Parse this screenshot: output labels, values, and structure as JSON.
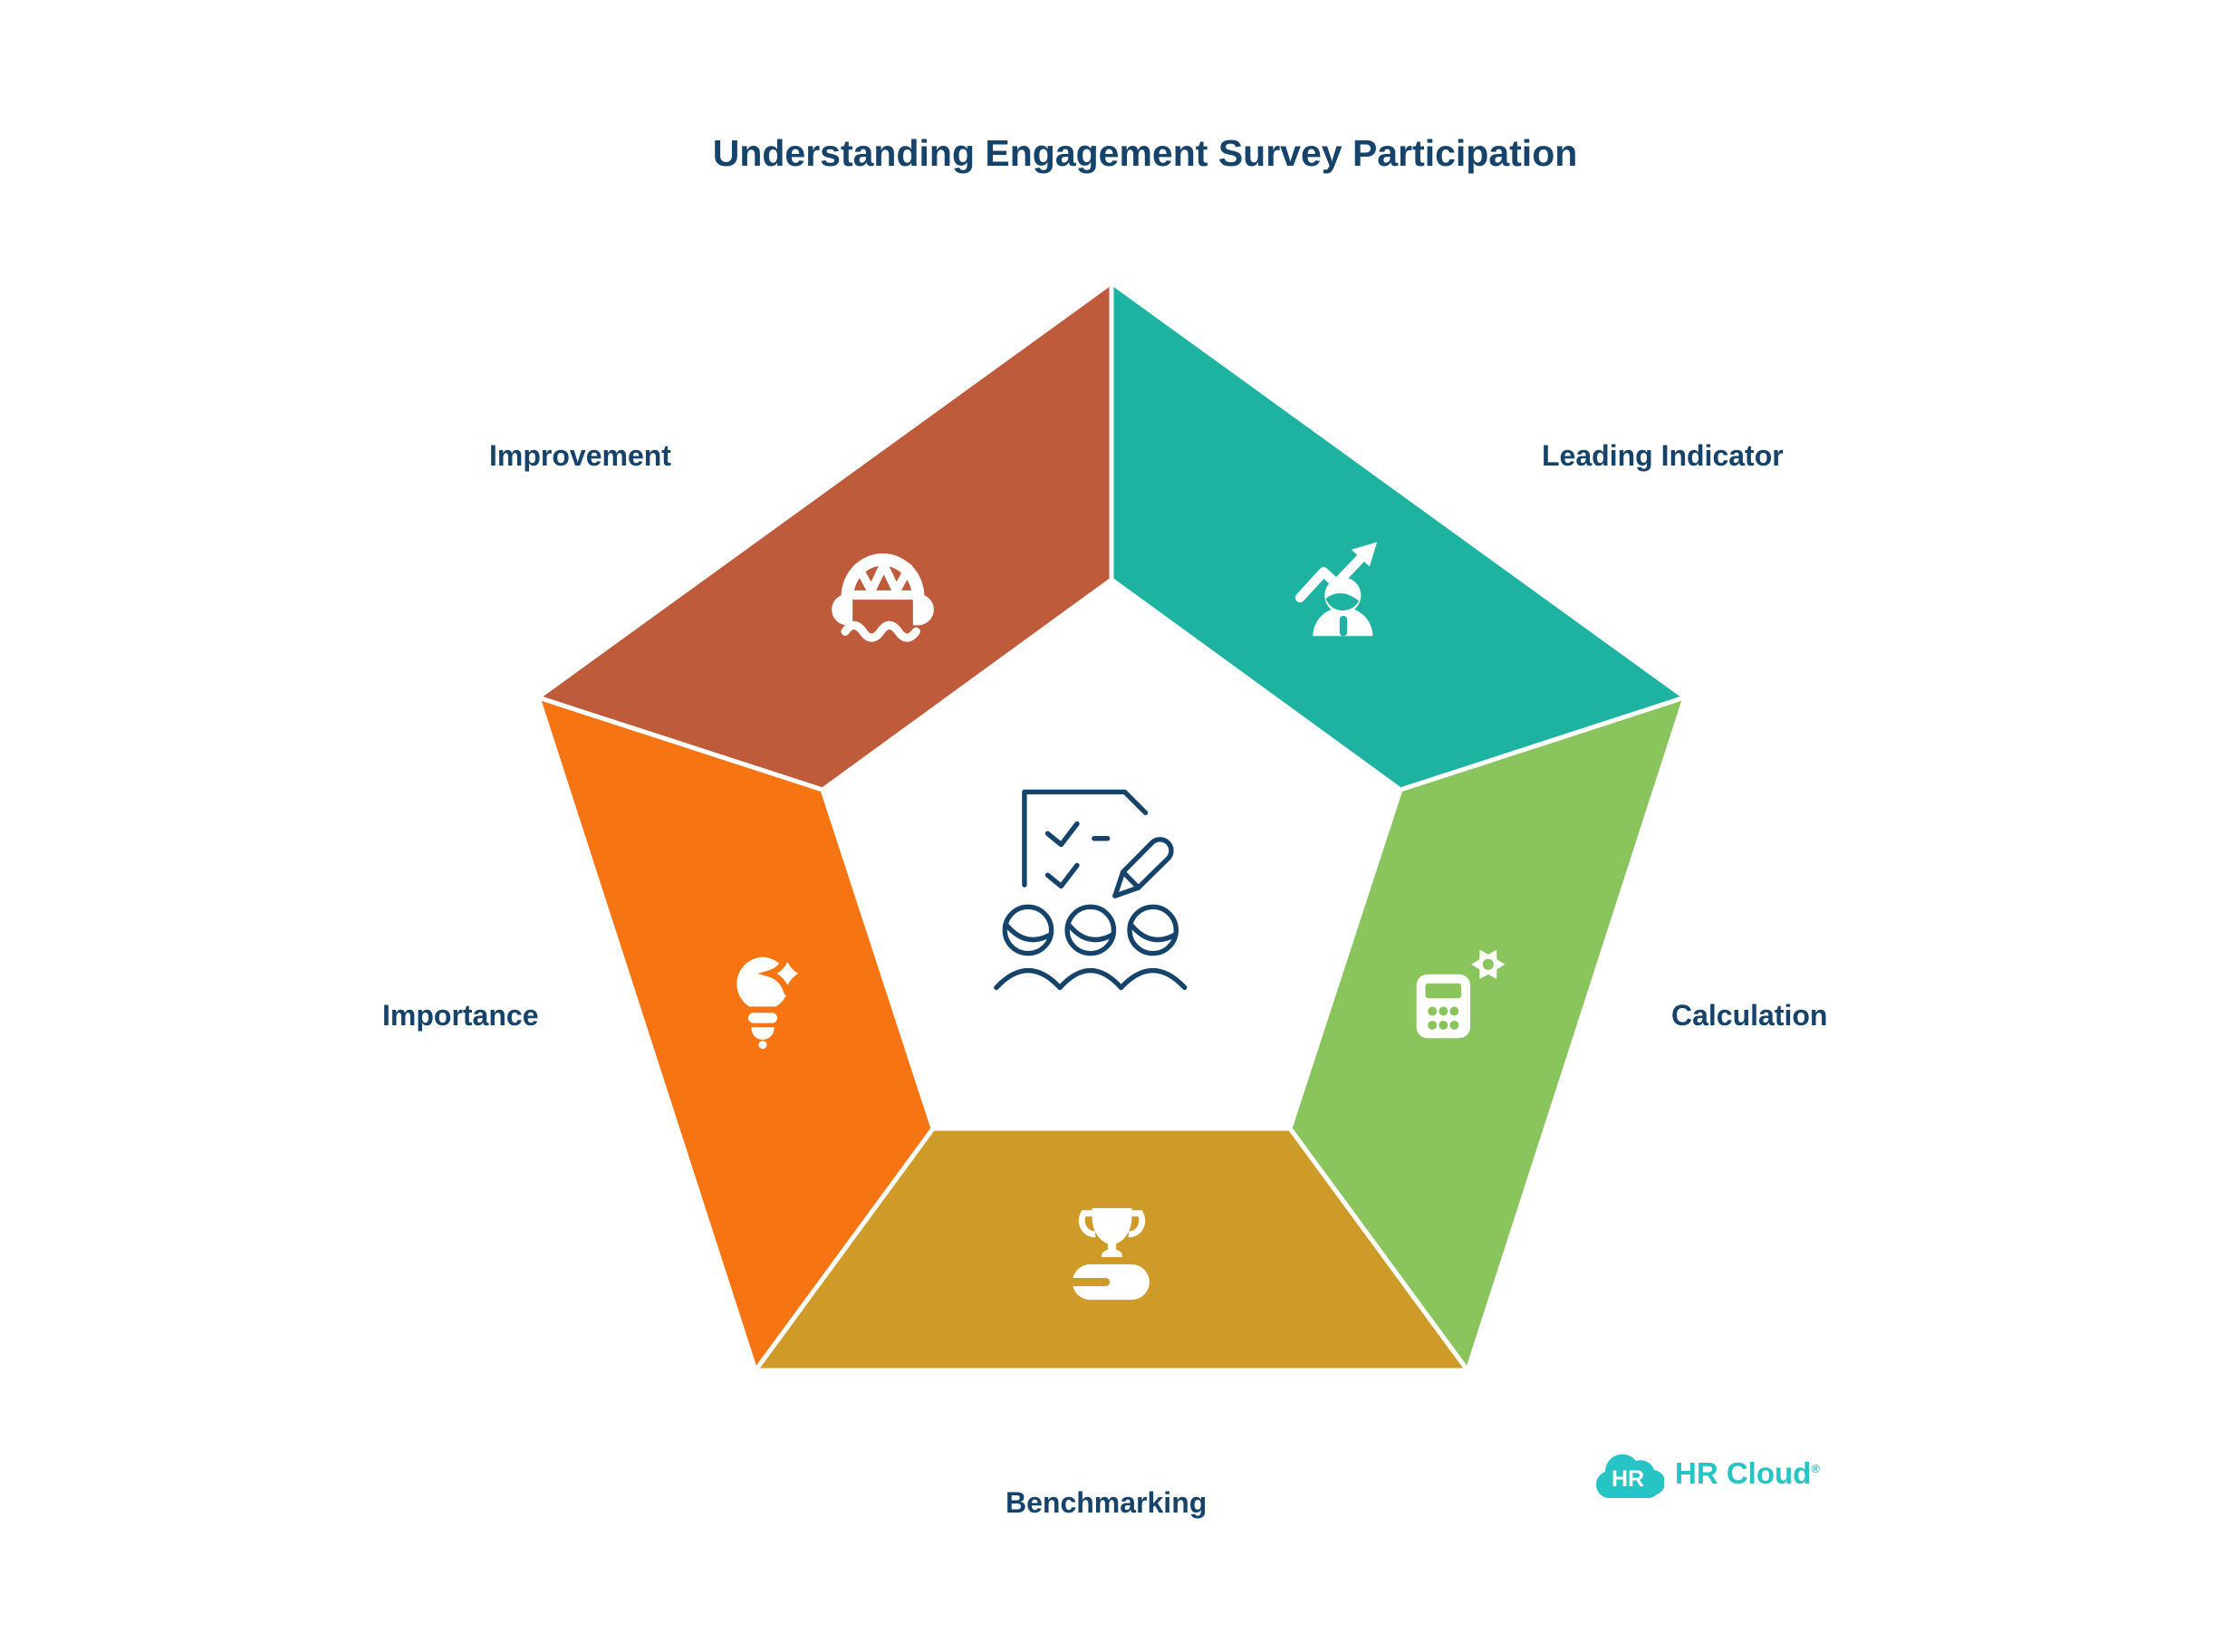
{
  "title": "Understanding Engagement Survey Participation",
  "colors": {
    "navy": "#15436a",
    "background": "#ffffff",
    "divider": "#ffffff"
  },
  "segments": [
    {
      "id": "improvement",
      "label": "Improvement",
      "color": "#bd5b3b",
      "icon": "bridge-water-icon"
    },
    {
      "id": "leading-indicator",
      "label": "Leading Indicator",
      "color": "#1eb3a0",
      "icon": "person-growth-arrow-icon"
    },
    {
      "id": "calculation",
      "label": "Calculation",
      "color": "#8ac45d",
      "icon": "calculator-gear-icon"
    },
    {
      "id": "benchmarking",
      "label": "Benchmarking",
      "color": "#cf9b28",
      "icon": "trophy-book-icon"
    },
    {
      "id": "importance",
      "label": "Importance",
      "color": "#f67412",
      "icon": "lightbulb-sparkle-icon"
    }
  ],
  "center": {
    "icon": "survey-checklist-people-icon"
  },
  "logo": {
    "badge_text": "HR",
    "name": "HR Cloud",
    "registered_mark": "®",
    "color": "#27c4c6"
  }
}
